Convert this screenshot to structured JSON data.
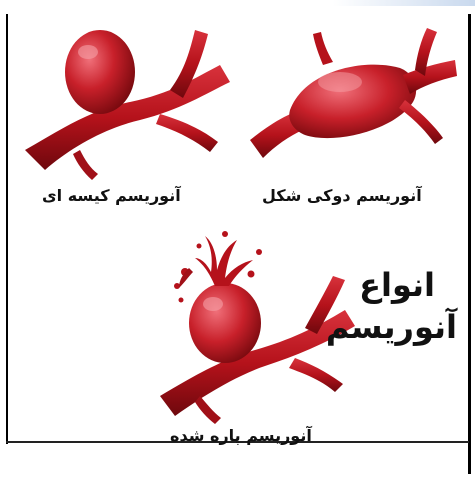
{
  "diagram": {
    "title_line1": "انواع",
    "title_line2": "آنوریسم",
    "captions": {
      "saccular": "آنوریسم کیسه ای",
      "fusiform": "آنوریسم دوکی شکل",
      "ruptured": "آنوریسم پاره شده"
    },
    "colors": {
      "vessel": "#b5121b",
      "vessel_dark": "#7a0a0f",
      "highlight": "#e8505a",
      "text": "#111111"
    }
  }
}
